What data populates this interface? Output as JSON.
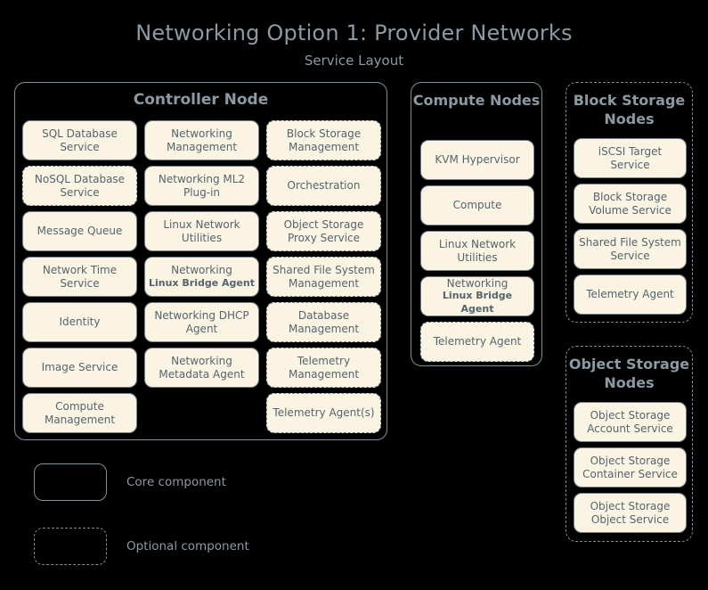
{
  "header": {
    "title": "Networking Option 1: Provider Networks",
    "subtitle": "Service Layout"
  },
  "colors": {
    "background": "#000000",
    "text": "#8b9aa3",
    "box_fill": "#fbf4e3",
    "box_text": "#54646f",
    "border": "#7d8f99"
  },
  "nodes": [
    {
      "id": "controller",
      "title": "Controller Node",
      "border": "solid",
      "columns": [
        [
          {
            "label": "SQL Database Service",
            "border": "solid"
          },
          {
            "label": "NoSQL Database Service",
            "border": "dashed"
          },
          {
            "label": "Message Queue",
            "border": "solid"
          },
          {
            "label": "Network Time Service",
            "border": "solid"
          },
          {
            "label": "Identity",
            "border": "solid"
          },
          {
            "label": "Image Service",
            "border": "solid"
          },
          {
            "label": "Compute Management",
            "border": "solid"
          }
        ],
        [
          {
            "label": "Networking Management",
            "border": "solid"
          },
          {
            "label": "Networking ML2 Plug-in",
            "border": "solid"
          },
          {
            "label": "Linux Network Utilities",
            "border": "solid"
          },
          {
            "label": "Networking",
            "sublabel": "Linux Bridge Agent",
            "border": "solid"
          },
          {
            "label": "Networking DHCP Agent",
            "border": "solid"
          },
          {
            "label": "Networking Metadata Agent",
            "border": "solid"
          },
          {
            "label": "",
            "border": "none"
          }
        ],
        [
          {
            "label": "Block Storage Management",
            "border": "dashed"
          },
          {
            "label": "Orchestration",
            "border": "dashed"
          },
          {
            "label": "Object Storage Proxy Service",
            "border": "dashed"
          },
          {
            "label": "Shared File System Management",
            "border": "dashed"
          },
          {
            "label": "Database Management",
            "border": "dashed"
          },
          {
            "label": "Telemetry Management",
            "border": "dashed"
          },
          {
            "label": "Telemetry Agent(s)",
            "border": "dashed"
          }
        ]
      ]
    },
    {
      "id": "compute",
      "title": "Compute Nodes",
      "border": "solid",
      "services": [
        {
          "label": "KVM Hypervisor",
          "border": "solid"
        },
        {
          "label": "Compute",
          "border": "solid"
        },
        {
          "label": "Linux Network Utilities",
          "border": "solid"
        },
        {
          "label": "Networking",
          "sublabel": "Linux Bridge Agent",
          "border": "solid"
        },
        {
          "label": "Telemetry Agent",
          "border": "dashed"
        }
      ]
    },
    {
      "id": "block-storage",
      "title": "Block Storage Nodes",
      "border": "dashed",
      "services": [
        {
          "label": "iSCSI Target Service",
          "border": "solid"
        },
        {
          "label": "Block Storage Volume Service",
          "border": "solid"
        },
        {
          "label": "Shared File System Service",
          "border": "solid"
        },
        {
          "label": "Telemetry Agent",
          "border": "solid"
        }
      ]
    },
    {
      "id": "object-storage",
      "title": "Object Storage Nodes",
      "border": "dashed",
      "services": [
        {
          "label": "Object Storage Account Service",
          "border": "solid"
        },
        {
          "label": "Object Storage Container Service",
          "border": "solid"
        },
        {
          "label": "Object Storage Object Service",
          "border": "solid"
        }
      ]
    }
  ],
  "legend": [
    {
      "style": "solid",
      "label": "Core component"
    },
    {
      "style": "dashed",
      "label": "Optional component"
    }
  ]
}
